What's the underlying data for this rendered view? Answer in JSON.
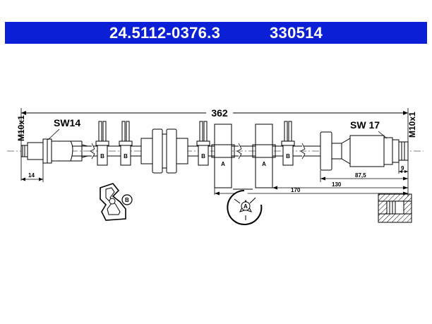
{
  "header": {
    "part_number": "24.5112-0376.3",
    "ref_number": "330514"
  },
  "colors": {
    "header_bg": "#0b1fd6",
    "header_text": "#ffffff",
    "line": "#000000",
    "fill_gray": "#d9d9d9"
  },
  "dimensions": {
    "overall_length": "362",
    "wrench_left": "SW14",
    "wrench_right": "SW 17",
    "thread_left": "M10x1",
    "thread_right": "M10x1",
    "left_end": "14",
    "right_end": "9",
    "dim_87": "87,5",
    "dim_130": "130",
    "dim_170": "170"
  },
  "markers": {
    "bracket_b": "B",
    "bracket_a": "A"
  }
}
